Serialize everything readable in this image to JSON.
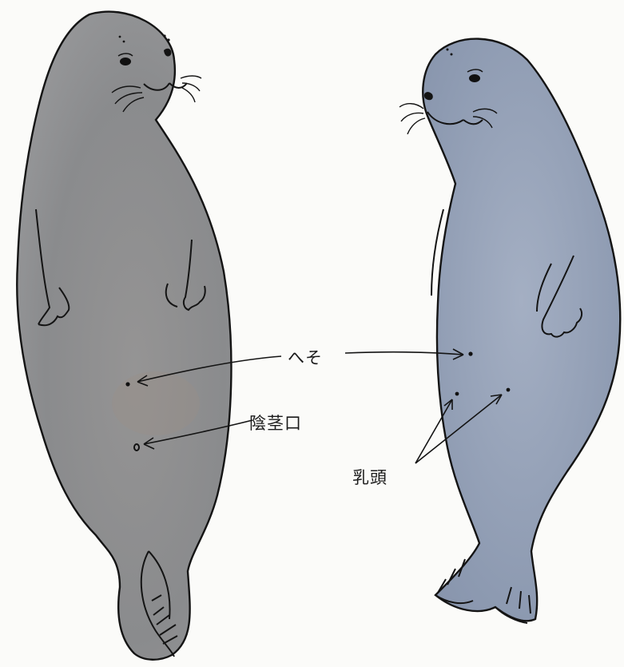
{
  "labels": {
    "navel": "へそ",
    "genital_opening": "陰茎口",
    "nipples": "乳頭"
  },
  "colors": {
    "male_body": "#8d8e90",
    "female_body": "#8e9bb2",
    "outline": "#141414",
    "background": "#fbfbf9"
  }
}
